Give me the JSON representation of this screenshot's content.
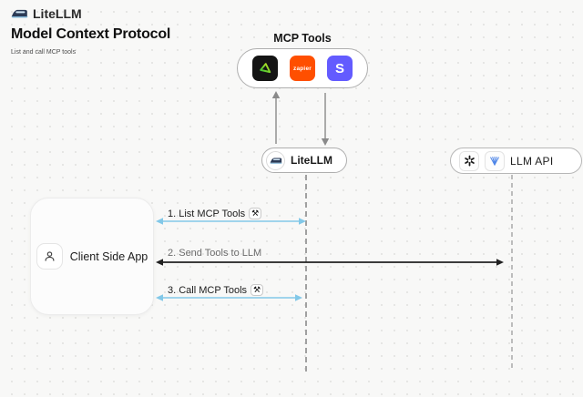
{
  "header": {
    "brand": "LiteLLM"
  },
  "title": "Model Context Protocol",
  "subtitle": "List and call MCP tools",
  "mcp_tools": {
    "label": "MCP Tools",
    "tools": [
      {
        "name": "triangle-tool",
        "bg": "#141414",
        "glyph_color": "#8BE31F"
      },
      {
        "name": "zapier",
        "text": "zapier",
        "bg": "#FF4F00"
      },
      {
        "name": "stripe",
        "text": "S",
        "bg": "#635BFF"
      }
    ]
  },
  "nodes": {
    "litellm": {
      "label": "LiteLLM"
    },
    "llm_api": {
      "label": "LLM API"
    },
    "client": {
      "label": "Client Side App"
    }
  },
  "steps": [
    {
      "label": "1. List MCP Tools",
      "tool_badge": "⚒",
      "arrow_color": "#82C8E8"
    },
    {
      "label": "2. Send Tools to LLM",
      "arrow_color": "#212121"
    },
    {
      "label": "3. Call MCP Tools",
      "tool_badge": "⚒",
      "arrow_color": "#82C8E8"
    }
  ],
  "colors": {
    "background": "#F8F8F7",
    "node_background": "#FFFFFF",
    "node_border": "#AEAEAE",
    "lifeline_gray": "#A0A0A0",
    "connector_gray": "#8A8A8A",
    "blue_arrow": "#82C8E8",
    "black_arrow": "#212121",
    "zapier_orange": "#FF4F00",
    "stripe_purple": "#635BFF",
    "triangle_green": "#8BE31F"
  }
}
